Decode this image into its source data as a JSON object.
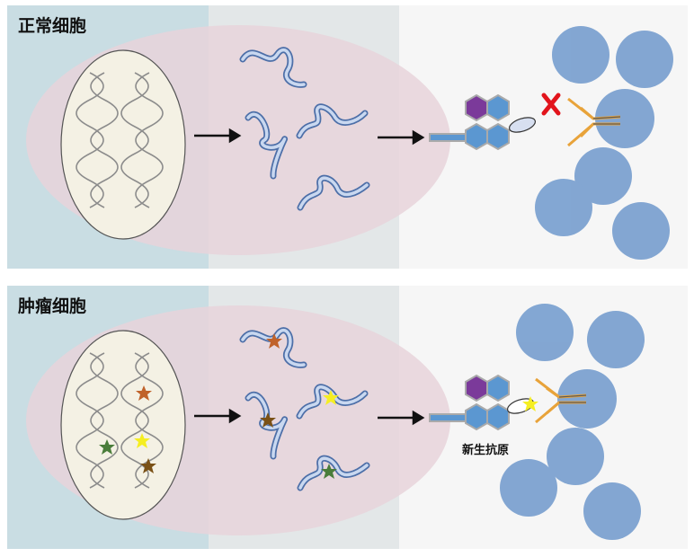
{
  "panels": {
    "normal": {
      "title": "正常细胞"
    },
    "tumor": {
      "title": "肿瘤细胞",
      "neoantigen_label": "新生抗原"
    }
  },
  "colors": {
    "nucleus_zone": "#c9dde3",
    "cytoplasm_zone": "#e3e7e8",
    "outside_zone": "#f6f6f6",
    "cell": "#e8d3db",
    "nucleus": "#f4f1e4",
    "t_cell": "#6f99cc",
    "mhc_purple": "#7b3a9a",
    "mhc_blue": "#5b97d1",
    "tcr": "#e8a33a",
    "block_mark": "#e2141c",
    "mutation_orange": "#c0622a",
    "mutation_yellow": "#f5ee22",
    "mutation_brown": "#7a5116",
    "mutation_green": "#4a7d3a"
  },
  "icons": {
    "block": "red-x-icon",
    "mutation": "star-icon"
  }
}
